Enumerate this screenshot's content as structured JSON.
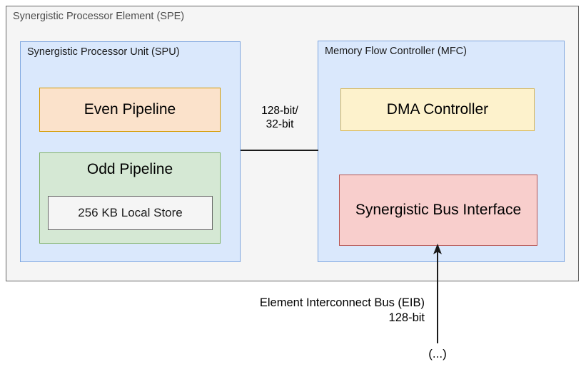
{
  "diagram": {
    "title": "Synergistic Processor Element (SPE)",
    "containers": {
      "spe": {
        "label": "Synergistic Processor Element (SPE)"
      },
      "spu": {
        "label": "Synergistic Processor Unit (SPU)"
      },
      "mfc": {
        "label": "Memory Flow Controller (MFC)"
      }
    },
    "components": {
      "even_pipeline": {
        "label": "Even Pipeline"
      },
      "odd_pipeline": {
        "label": "Odd Pipeline"
      },
      "local_store": {
        "label": "256 KB Local Store"
      },
      "dma_controller": {
        "label": "DMA Controller"
      },
      "bus_interface": {
        "label": "Synergistic Bus Interface"
      }
    },
    "connectors": {
      "spu_mfc": {
        "label_line1": "128-bit/",
        "label_line2": "32-bit"
      },
      "eib": {
        "label_line1": "Element Interconnect Bus (EIB)",
        "label_line2": "128-bit",
        "ellipsis": "(...)"
      }
    },
    "colors": {
      "spe_fill": "#f5f5f5",
      "spe_stroke": "#666666",
      "container_fill": "#dae8fc",
      "container_stroke": "#7ea6e0",
      "orange_fill": "#fbe2cb",
      "orange_stroke": "#d79b00",
      "green_fill": "#d5e8d4",
      "green_stroke": "#82b366",
      "yellow_fill": "#fdf2cc",
      "yellow_stroke": "#d6b656",
      "red_fill": "#f8cecc",
      "red_stroke": "#b85450",
      "line": "#1a1a1a"
    }
  }
}
